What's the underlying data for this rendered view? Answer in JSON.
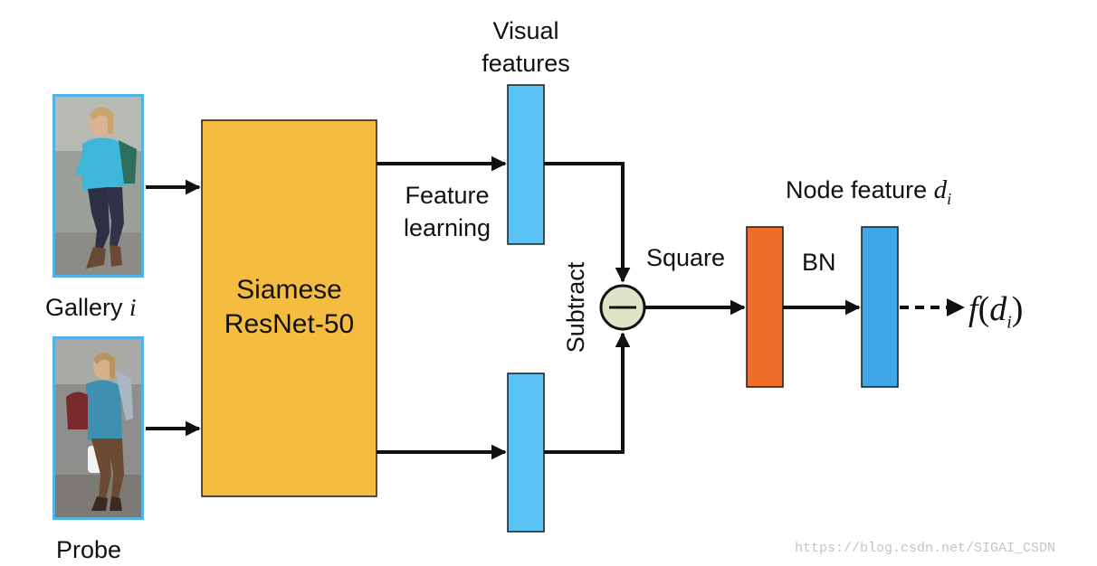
{
  "labels": {
    "gallery": "Gallery",
    "gallery_index": "i",
    "probe": "Probe",
    "backbone_line1": "Siamese",
    "backbone_line2": "ResNet-50",
    "visual_features_line1": "Visual",
    "visual_features_line2": "features",
    "feature_learning_line1": "Feature",
    "feature_learning_line2": "learning",
    "subtract": "Subtract",
    "square": "Square",
    "bn": "BN",
    "node_feature": "Node feature",
    "node_feature_symbol": "d",
    "node_feature_subscript": "i",
    "output_f": "f",
    "output_open": "(",
    "output_d": "d",
    "output_sub": "i",
    "output_close": ")"
  },
  "watermark": "https://blog.csdn.net/SIGAI_CSDN",
  "colors": {
    "backbone_fill": "#f5bd3f",
    "feature_fill": "#5bc3f5",
    "square_fill": "#ef6c2a",
    "bn_fill": "#3fa6ea",
    "subtract_fill": "#dfe4c6",
    "photo_border": "#4fb3e6",
    "arrow": "#111111"
  },
  "icons": {
    "subtract_node": "minus-circle-icon",
    "gallery_image": "pedestrian-photo-gallery",
    "probe_image": "pedestrian-photo-probe"
  }
}
